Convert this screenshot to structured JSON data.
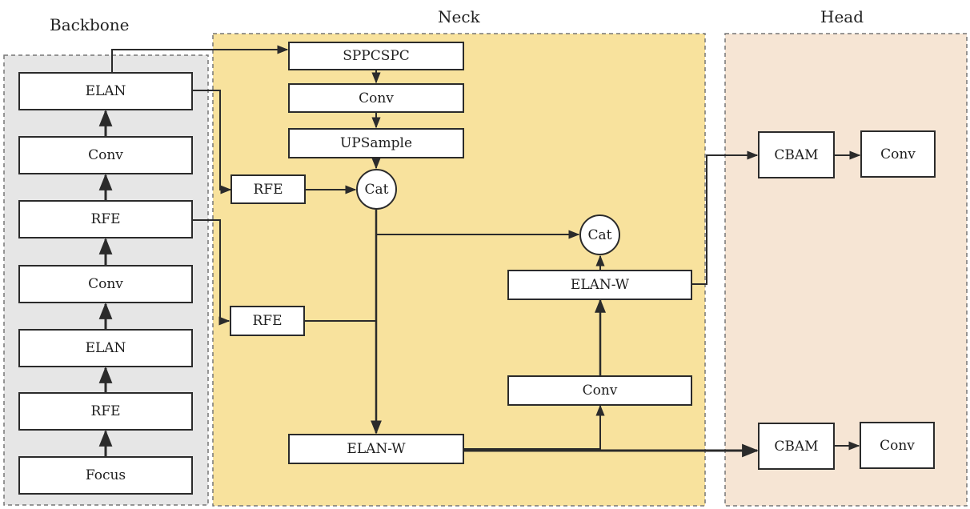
{
  "sections": {
    "backbone": "Backbone",
    "neck": "Neck",
    "head": "Head"
  },
  "nodes": {
    "bb_elan_top": "ELAN",
    "bb_conv_1": "Conv",
    "bb_rfe_1": "RFE",
    "bb_conv_2": "Conv",
    "bb_elan_2": "ELAN",
    "bb_rfe_2": "RFE",
    "bb_focus": "Focus",
    "nk_sppcspc": "SPPCSPC",
    "nk_conv": "Conv",
    "nk_upsample": "UPSample",
    "nk_rfe_a": "RFE",
    "nk_cat_a": "Cat",
    "nk_cat_b": "Cat",
    "nk_elanw_a": "ELAN-W",
    "nk_rfe_b": "RFE",
    "nk_conv_b": "Conv",
    "nk_elanw_b": "ELAN-W",
    "hd_cbam_a": "CBAM",
    "hd_conv_a": "Conv",
    "hd_cbam_b": "CBAM",
    "hd_conv_b": "Conv"
  },
  "colors": {
    "backbone_fill": "#e6e6e6",
    "neck_fill": "#f8e29d",
    "head_fill": "#f6e5d4",
    "line": "#2b2b2b"
  }
}
